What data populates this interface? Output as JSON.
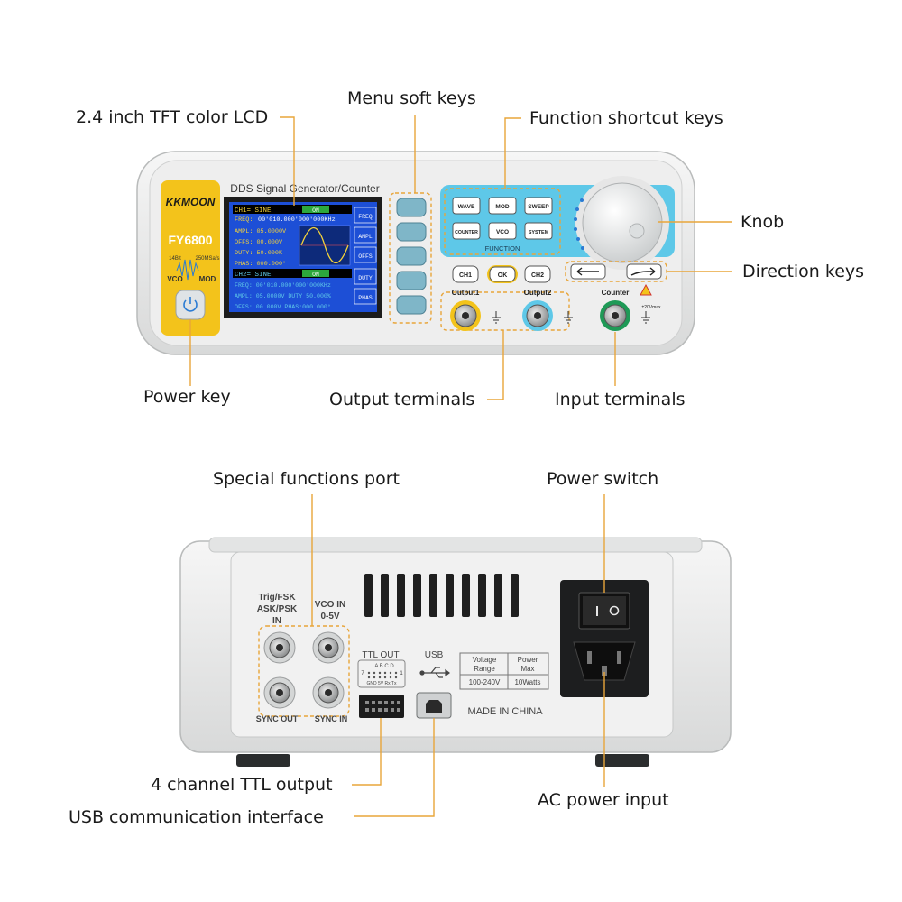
{
  "front": {
    "brand": "KKMOON",
    "model": "FY6800",
    "spec_left": "14Bit",
    "spec_right": "250MSa/s",
    "vco_label": "VCO",
    "mod_label": "MOD",
    "panel_title": "DDS Signal Generator/Counter",
    "lcd": {
      "ch1_header": "CH1= SINE",
      "ch1_on": "ON",
      "ch1_freq_label": "FREQ:",
      "ch1_freq_value": "00'010.000'000'000KHz",
      "ch1_ampl": "AMPL: 05.0000V",
      "ch1_offs": "OFFS: 00.000V",
      "ch1_duty": "DUTY: 50.000%",
      "ch1_phas": "PHAS: 000.000°",
      "ch2_header": "CH2= SINE",
      "ch2_on": "ON",
      "ch2_freq": "FREQ: 00'010.000'000'000KHz",
      "ch2_ampl_duty": "AMPL: 05.0000V DUTY 50.000%",
      "ch2_offs_phas": "OFFS: 00.000V  PHAS:000.000°",
      "side_items": [
        "FREQ",
        "AMPL",
        "OFFS",
        "DUTY",
        "PHAS"
      ]
    },
    "function_keys": [
      "WAVE",
      "MOD",
      "SWEEP",
      "COUNTER",
      "VCO",
      "SYSTEM"
    ],
    "function_label": "FUNCTION",
    "ch1_key": "CH1",
    "ok_key": "OK",
    "ch2_key": "CH2",
    "output1_label": "Output1",
    "output2_label": "Output2",
    "counter_label": "Counter",
    "counter_spec": "±20Vmax"
  },
  "rear": {
    "trig_label_1": "Trig/FSK",
    "trig_label_2": "ASK/PSK",
    "trig_label_3": "IN",
    "vco_in_1": "VCO IN",
    "vco_in_2": "0-5V",
    "sync_out": "SYNC OUT",
    "sync_in": "SYNC IN",
    "ttl_out": "TTL OUT",
    "ttl_letters": "A B C D",
    "ttl_num_left": "7",
    "ttl_num_right": "1",
    "ttl_pins": "GND 5V Rx Tx",
    "usb_label": "USB",
    "spec_table": {
      "h1_line1": "Voltage",
      "h1_line2": "Range",
      "h2_line1": "Power",
      "h2_line2": "Max",
      "v1": "100-240V",
      "v2": "10Watts"
    },
    "made_in": "MADE IN CHINA"
  },
  "callouts": {
    "lcd": "2.4 inch TFT color LCD",
    "menu_keys": "Menu soft keys",
    "function_keys": "Function shortcut keys",
    "knob": "Knob",
    "direction_keys": "Direction keys",
    "power_key": "Power key",
    "output_terminals": "Output terminals",
    "input_terminals": "Input terminals",
    "special_port": "Special functions port",
    "power_switch": "Power switch",
    "ttl_output": "4 channel TTL output",
    "usb_interface": "USB communication interface",
    "ac_input": "AC power input"
  },
  "colors": {
    "accent_yellow": "#f3c31b",
    "accent_cyan": "#5ec8e8",
    "lead_orange": "#e8a53a",
    "lcd_blue": "#1d4fd6",
    "body_gray": "#e7e8e8"
  }
}
